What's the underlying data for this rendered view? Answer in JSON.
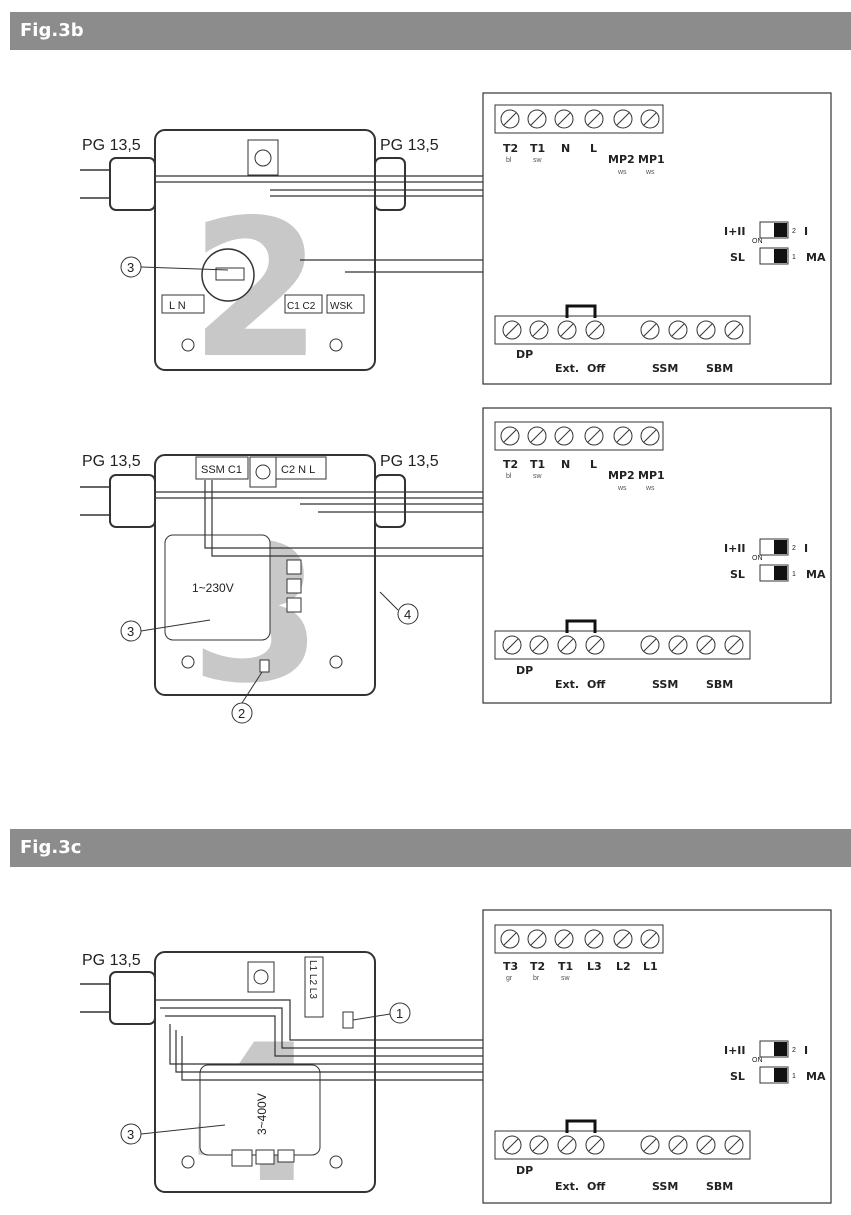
{
  "figures": [
    {
      "title": "Fig.3b"
    },
    {
      "title": "Fig.3c"
    }
  ],
  "cable_gland": "PG 13,5",
  "callouts": [
    "1",
    "2",
    "3",
    "4"
  ],
  "module_numbers": [
    "2",
    "3",
    "4"
  ],
  "panel_1ph": {
    "terminals": [
      {
        "label": "T2",
        "sub": "bl"
      },
      {
        "label": "T1",
        "sub": "sw"
      },
      {
        "label": "N",
        "sub": ""
      },
      {
        "label": "L",
        "sub": ""
      },
      {
        "label": "MP2",
        "sub": "ws"
      },
      {
        "label": "MP1",
        "sub": "ws"
      }
    ]
  },
  "panel_3ph": {
    "terminals": [
      {
        "label": "T3",
        "sub": "gr"
      },
      {
        "label": "T2",
        "sub": "br"
      },
      {
        "label": "T1",
        "sub": "sw"
      },
      {
        "label": "L3",
        "sub": ""
      },
      {
        "label": "L2",
        "sub": ""
      },
      {
        "label": "L1",
        "sub": ""
      }
    ]
  },
  "dip_switch": {
    "left_top": "I+II",
    "left_bottom": "SL",
    "right_top": "I",
    "right_bottom": "MA",
    "on_label": "ON",
    "pos_top": "2",
    "pos_bottom": "1"
  },
  "bottom_terminals": {
    "dp": "DP",
    "ext": "Ext.",
    "off": "Off",
    "ssm": "SSM",
    "sbm": "SBM"
  },
  "box_3b_top": {
    "left_block": "L N",
    "c_block": "C1 C2",
    "wsk_block": "WSK"
  },
  "box_3b_bottom": {
    "left_block": "SSM C1",
    "right_block": "C2 N L",
    "voltage": "1~230V"
  },
  "box_3c": {
    "block": "L1 L2 L3",
    "voltage": "3~400V"
  }
}
